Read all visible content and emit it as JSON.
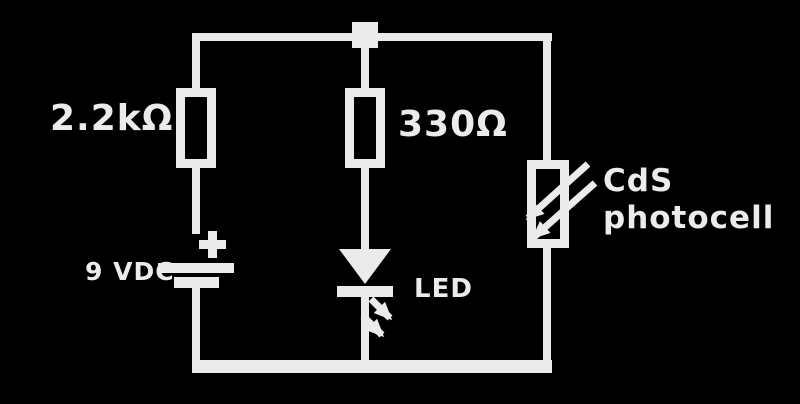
{
  "colors": {
    "background": "#000000",
    "stroke": "#EBEBEB"
  },
  "labels": {
    "resistor_left": "2.2kΩ",
    "resistor_middle": "330Ω",
    "battery": "9 VDC",
    "led": "LED",
    "photocell_line1": "CdS",
    "photocell_line2": "photocell"
  }
}
